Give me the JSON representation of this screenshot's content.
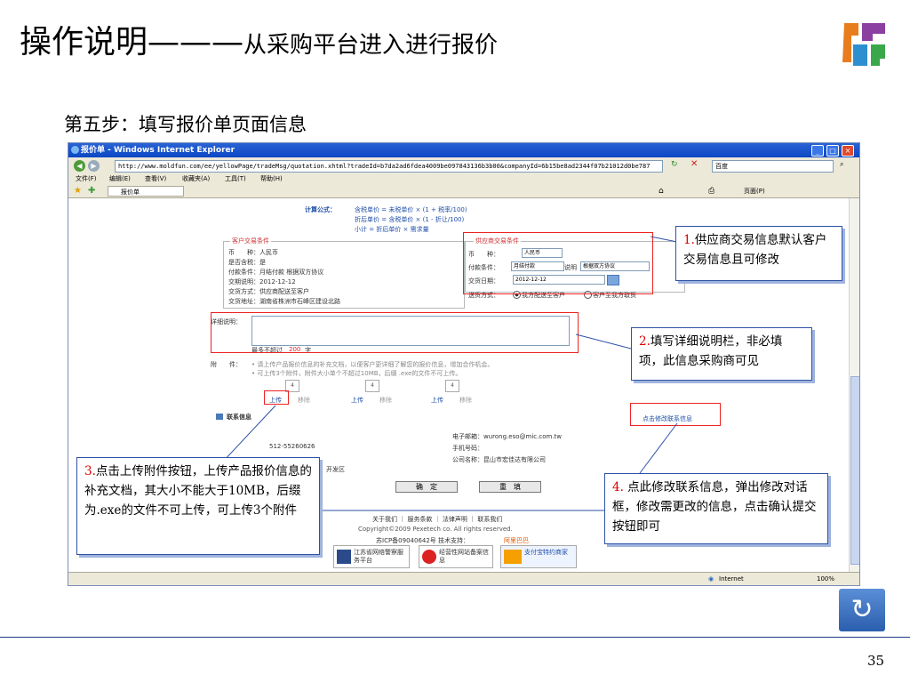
{
  "slide": {
    "title_main": "操作说明———",
    "title_sub": "从采购平台进入进行报价",
    "step": "第五步：填写报价单页面信息",
    "page_number": "35"
  },
  "browser": {
    "window_title": "报价单 - Windows Internet Explorer",
    "url": "http://www.moldfun.com/ee/yellowPage/tradeMsg/quotation.xhtml?tradeId=b7da2ad6fdea4009be097843136b3b00&companyId=6b15be8ad2344f07b21012d0be787",
    "search_placeholder": "百度",
    "menu": [
      "文件(F)",
      "编辑(E)",
      "查看(V)",
      "收藏夹(A)",
      "工具(T)",
      "帮助(H)"
    ],
    "tab": "报价单",
    "toolbar_right": "页面(P)",
    "status_zone": "Internet",
    "status_zoom": "100%"
  },
  "form": {
    "formula_label": "计算公式：",
    "formula_lines": [
      "含税单价 = 未税单价 × (1 + 税率/100)",
      "折后单价 = 含税单价 × (1 - 折让/100)",
      "小计 = 折后单价 × 需求量"
    ],
    "customer": {
      "title": "客户交易条件",
      "rows": [
        "币　　种：人民币",
        "是否含税：是",
        "付款条件：月结付款 根据双方协议",
        "交期说明：2012-12-12",
        "交货方式：供应商配送至客户",
        "交货地址：湖南省株洲市石峰区建设北路"
      ]
    },
    "supplier": {
      "title": "供应商交易条件",
      "currency_label": "币　　种：",
      "currency_value": "人民币",
      "payment_label": "付款条件：",
      "payment_value": "月结付款",
      "payment_note_label": "说明",
      "payment_note": "根据双方协议",
      "delivery_label": "交货日期：",
      "delivery_value": "2012-12-12",
      "mode_label": "送货方式：",
      "mode_option1": "我方配送至客户",
      "mode_option2": "客户至我方取货"
    },
    "detail_label": "详细说明：",
    "detail_limit_prefix": "最多不超过",
    "detail_limit_num": "200",
    "detail_limit_suffix": "字",
    "attach_label": "附　　件：",
    "attach_note1": "• 请上传产品报价信息的补充文档，以便客户更详细了解您的报价信息，增加合作机会。",
    "attach_note2": "• 可上传3个附件，附件大小单个不超过10MB，后缀 .exe的文件不可上传。",
    "attach_slots": [
      {
        "num": "4",
        "upload": "上传",
        "remove": "移除"
      },
      {
        "num": "4",
        "upload": "上传",
        "remove": "移除"
      },
      {
        "num": "4",
        "upload": "上传",
        "remove": "移除"
      }
    ],
    "contact_title": "联系信息",
    "edit_contact": "点击修改联系信息",
    "phone_partial": "512-55260626",
    "area_partial": "开发区",
    "email": "电子邮箱：wurong.eso@mic.com.tw",
    "mobile": "手机号码：",
    "company": "公司名称：昆山市宏佳达有限公司",
    "confirm": "确　定",
    "reset": "重　填",
    "footer_links": "关于我们 ｜ 服务条款 ｜ 法律声明 ｜ 联系我们",
    "copyright": "Copyright©2009 Pexetech co. All rights reserved.",
    "icp": "苏ICP备09040642号 技术支持：",
    "icp_support": "阿里巴巴",
    "badge1": "江苏省网络警察服务平台",
    "badge2": "经营性网站备案信息",
    "badge3": "支付宝特约商家"
  },
  "callouts": {
    "c1_num": "1.",
    "c1_text": "供应商交易信息默认客户交易信息且可修改",
    "c2_num": "2.",
    "c2_text": "填写详细说明栏，非必填项，此信息采购商可见",
    "c3_num": "3.",
    "c3_text": "点击上传附件按钮，上传产品报价信息的补充文档，其大小不能大于10MB，后缀为.exe的文件不可上传，可上传3个附件",
    "c4_num": "4.",
    "c4_text": " 点此修改联系信息，弹出修改对话框，修改需更改的信息，点击确认提交按钮即可"
  },
  "colors": {
    "accent": "#2d52a6",
    "highlight": "#e22222"
  }
}
